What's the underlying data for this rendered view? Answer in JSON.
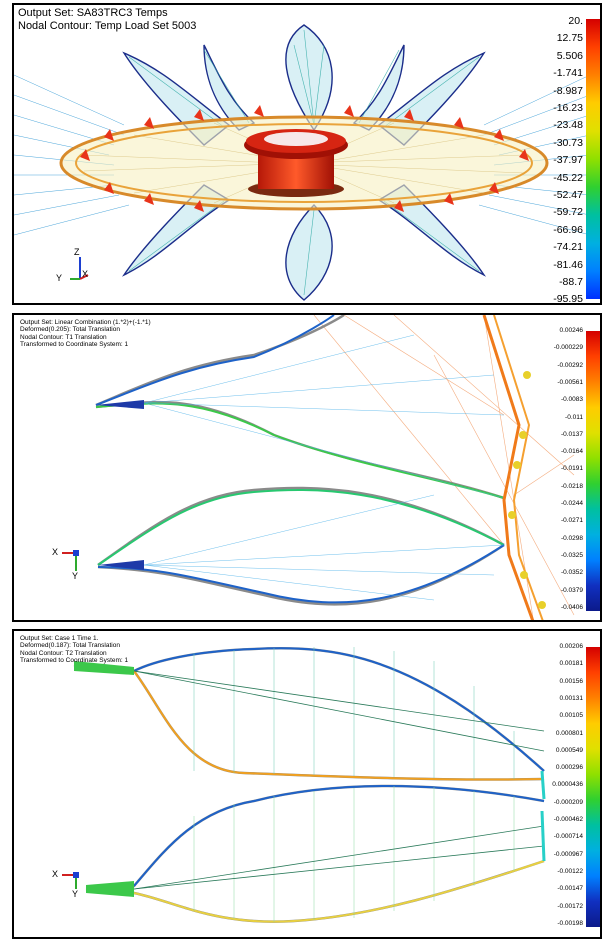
{
  "panel1": {
    "header": [
      "Output Set: SA83TRC3 Temps",
      "Nodal Contour: Temp Load Set 5003"
    ],
    "legend": [
      "20.",
      "12.75",
      "5.506",
      "-1.741",
      "-8.987",
      "-16.23",
      "-23.48",
      "-30.73",
      "-37.97",
      "-45.22",
      "-52.47",
      "-59.72",
      "-66.96",
      "-74.21",
      "-81.46",
      "-88.7",
      "-95.95"
    ],
    "axes": {
      "z": "Z",
      "y": "Y",
      "x": "X"
    }
  },
  "panel2": {
    "header": [
      "Output Set: Linear Combination (1.*2)+(-1.*1)",
      "Deformed(0.205): Total Translation",
      "Nodal Contour: T1 Translation",
      "Transformed to Coordinate System: 1"
    ],
    "legend": [
      "0.00246",
      "-0.000229",
      "-0.00292",
      "-0.00561",
      "-0.0083",
      "-0.011",
      "-0.0137",
      "-0.0164",
      "-0.0191",
      "-0.0218",
      "-0.0244",
      "-0.0271",
      "-0.0298",
      "-0.0325",
      "-0.0352",
      "-0.0379",
      "-0.0406"
    ],
    "axes": {
      "x": "X",
      "y": "Y"
    }
  },
  "panel3": {
    "header": [
      "Output Set: Case 1 Time 1.",
      "Deformed(0.187): Total Translation",
      "Nodal Contour: T2 Translation",
      "Transformed to Coordinate System: 1"
    ],
    "legend": [
      "0.00206",
      "0.00181",
      "0.00156",
      "0.00131",
      "0.00105",
      "0.000801",
      "0.000549",
      "0.000296",
      "0.0000436",
      "-0.000209",
      "-0.000462",
      "-0.000714",
      "-0.000967",
      "-0.00122",
      "-0.00147",
      "-0.00172",
      "-0.00198"
    ],
    "axes": {
      "x": "X",
      "y": "Y"
    }
  },
  "colors": {
    "accent_red": "#e8331a",
    "ring": "#d88a2a",
    "petal_outline": "#1b2d8a"
  }
}
